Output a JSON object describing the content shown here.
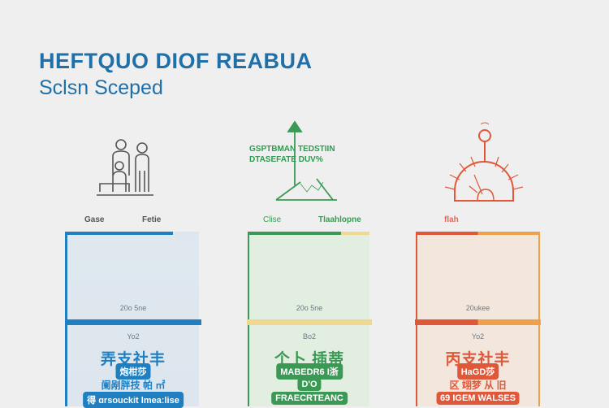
{
  "header": {
    "title": "HEFTQUO DIOF REABUA",
    "subtitle": "Sclsn Sceped"
  },
  "colors": {
    "blue": "#1f7fc0",
    "green": "#3a9a55",
    "red": "#e0583a",
    "orange": "#eea04a",
    "yellow": "#f0d890"
  },
  "columns": [
    {
      "icon": "family-icon",
      "labels": [
        "Gase",
        "Fetie"
      ],
      "year": "20o 5ne",
      "version": "Yo2",
      "big": "弄支社丰",
      "pill1": "炮柑莎",
      "line": "阑剐胖技 帕 ㎡",
      "pill2": "得 ɑrsouсkit lmeaːlise"
    },
    {
      "icon": "growth-arrow-icon",
      "annotation": [
        "GSPTBMAN TEDSTIIN",
        "DTASEFATE DUV%"
      ],
      "labels": [
        "Clise",
        "Tlaahlopne"
      ],
      "year": "20o 5ne",
      "version": "Bo2",
      "big": "个卜 插蒂",
      "pill1": "MABEDR6 I浙",
      "line": "D'O",
      "pill2": "FRAECRTEANC"
    },
    {
      "icon": "gauge-icon",
      "labels": [
        "flah"
      ],
      "year": "20ukee",
      "version": "Yo2",
      "big": "丙支社丰",
      "pill1": "HaGD莎",
      "line": "区 翊梦 从 旧",
      "pill2": "69 IGEM WALSES"
    }
  ]
}
